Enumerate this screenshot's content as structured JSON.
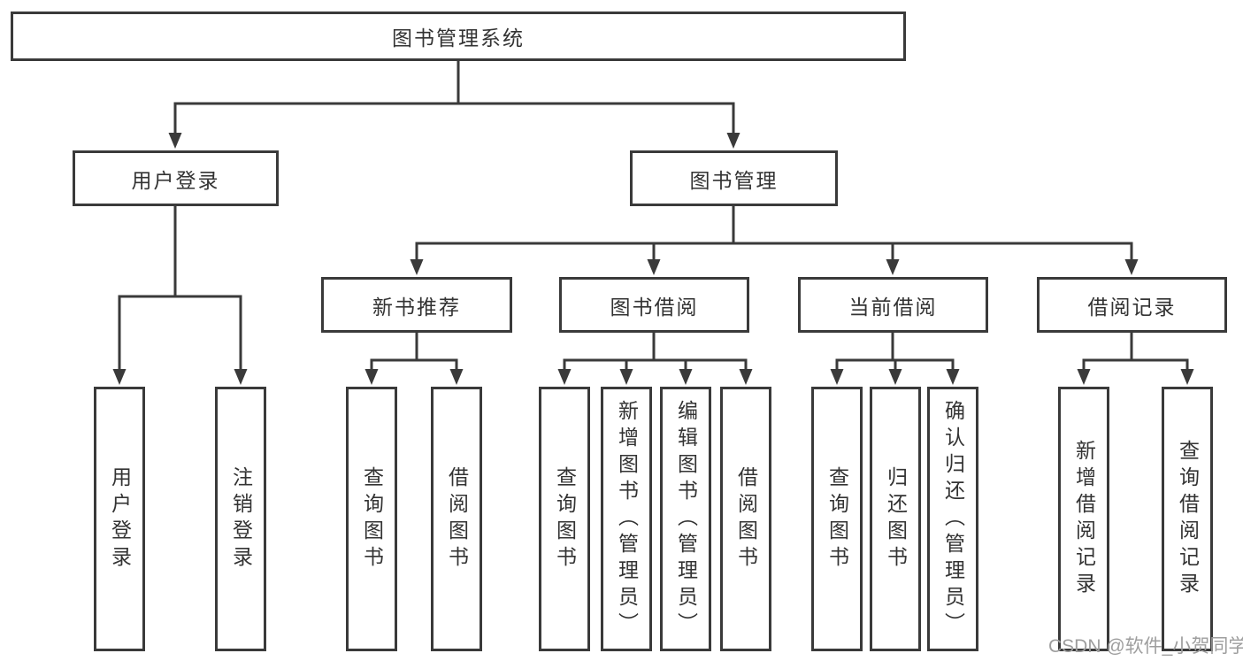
{
  "diagram": {
    "root": {
      "label": "图书管理系统"
    },
    "branches": [
      {
        "label": "用户登录",
        "children": [
          {
            "label": "用户登录"
          },
          {
            "label": "注销登录"
          }
        ]
      },
      {
        "label": "图书管理",
        "sections": [
          {
            "label": "新书推荐",
            "children": [
              {
                "label": "查询图书"
              },
              {
                "label": "借阅图书"
              }
            ]
          },
          {
            "label": "图书借阅",
            "children": [
              {
                "label": "查询图书"
              },
              {
                "label": "新增图书（管理员）"
              },
              {
                "label": "编辑图书（管理员）"
              },
              {
                "label": "借阅图书"
              }
            ]
          },
          {
            "label": "当前借阅",
            "children": [
              {
                "label": "查询图书"
              },
              {
                "label": "归还图书"
              },
              {
                "label": "确认归还（管理员）"
              }
            ]
          },
          {
            "label": "借阅记录",
            "children": [
              {
                "label": "新增借阅记录"
              },
              {
                "label": "查询借阅记录"
              }
            ]
          }
        ]
      }
    ]
  },
  "watermark": {
    "text": "CSDN @软件_小贺同学"
  },
  "colors": {
    "line": "#3a3a3a",
    "text": "#333333",
    "watermark": "#9e9e9e",
    "background": "#ffffff"
  }
}
